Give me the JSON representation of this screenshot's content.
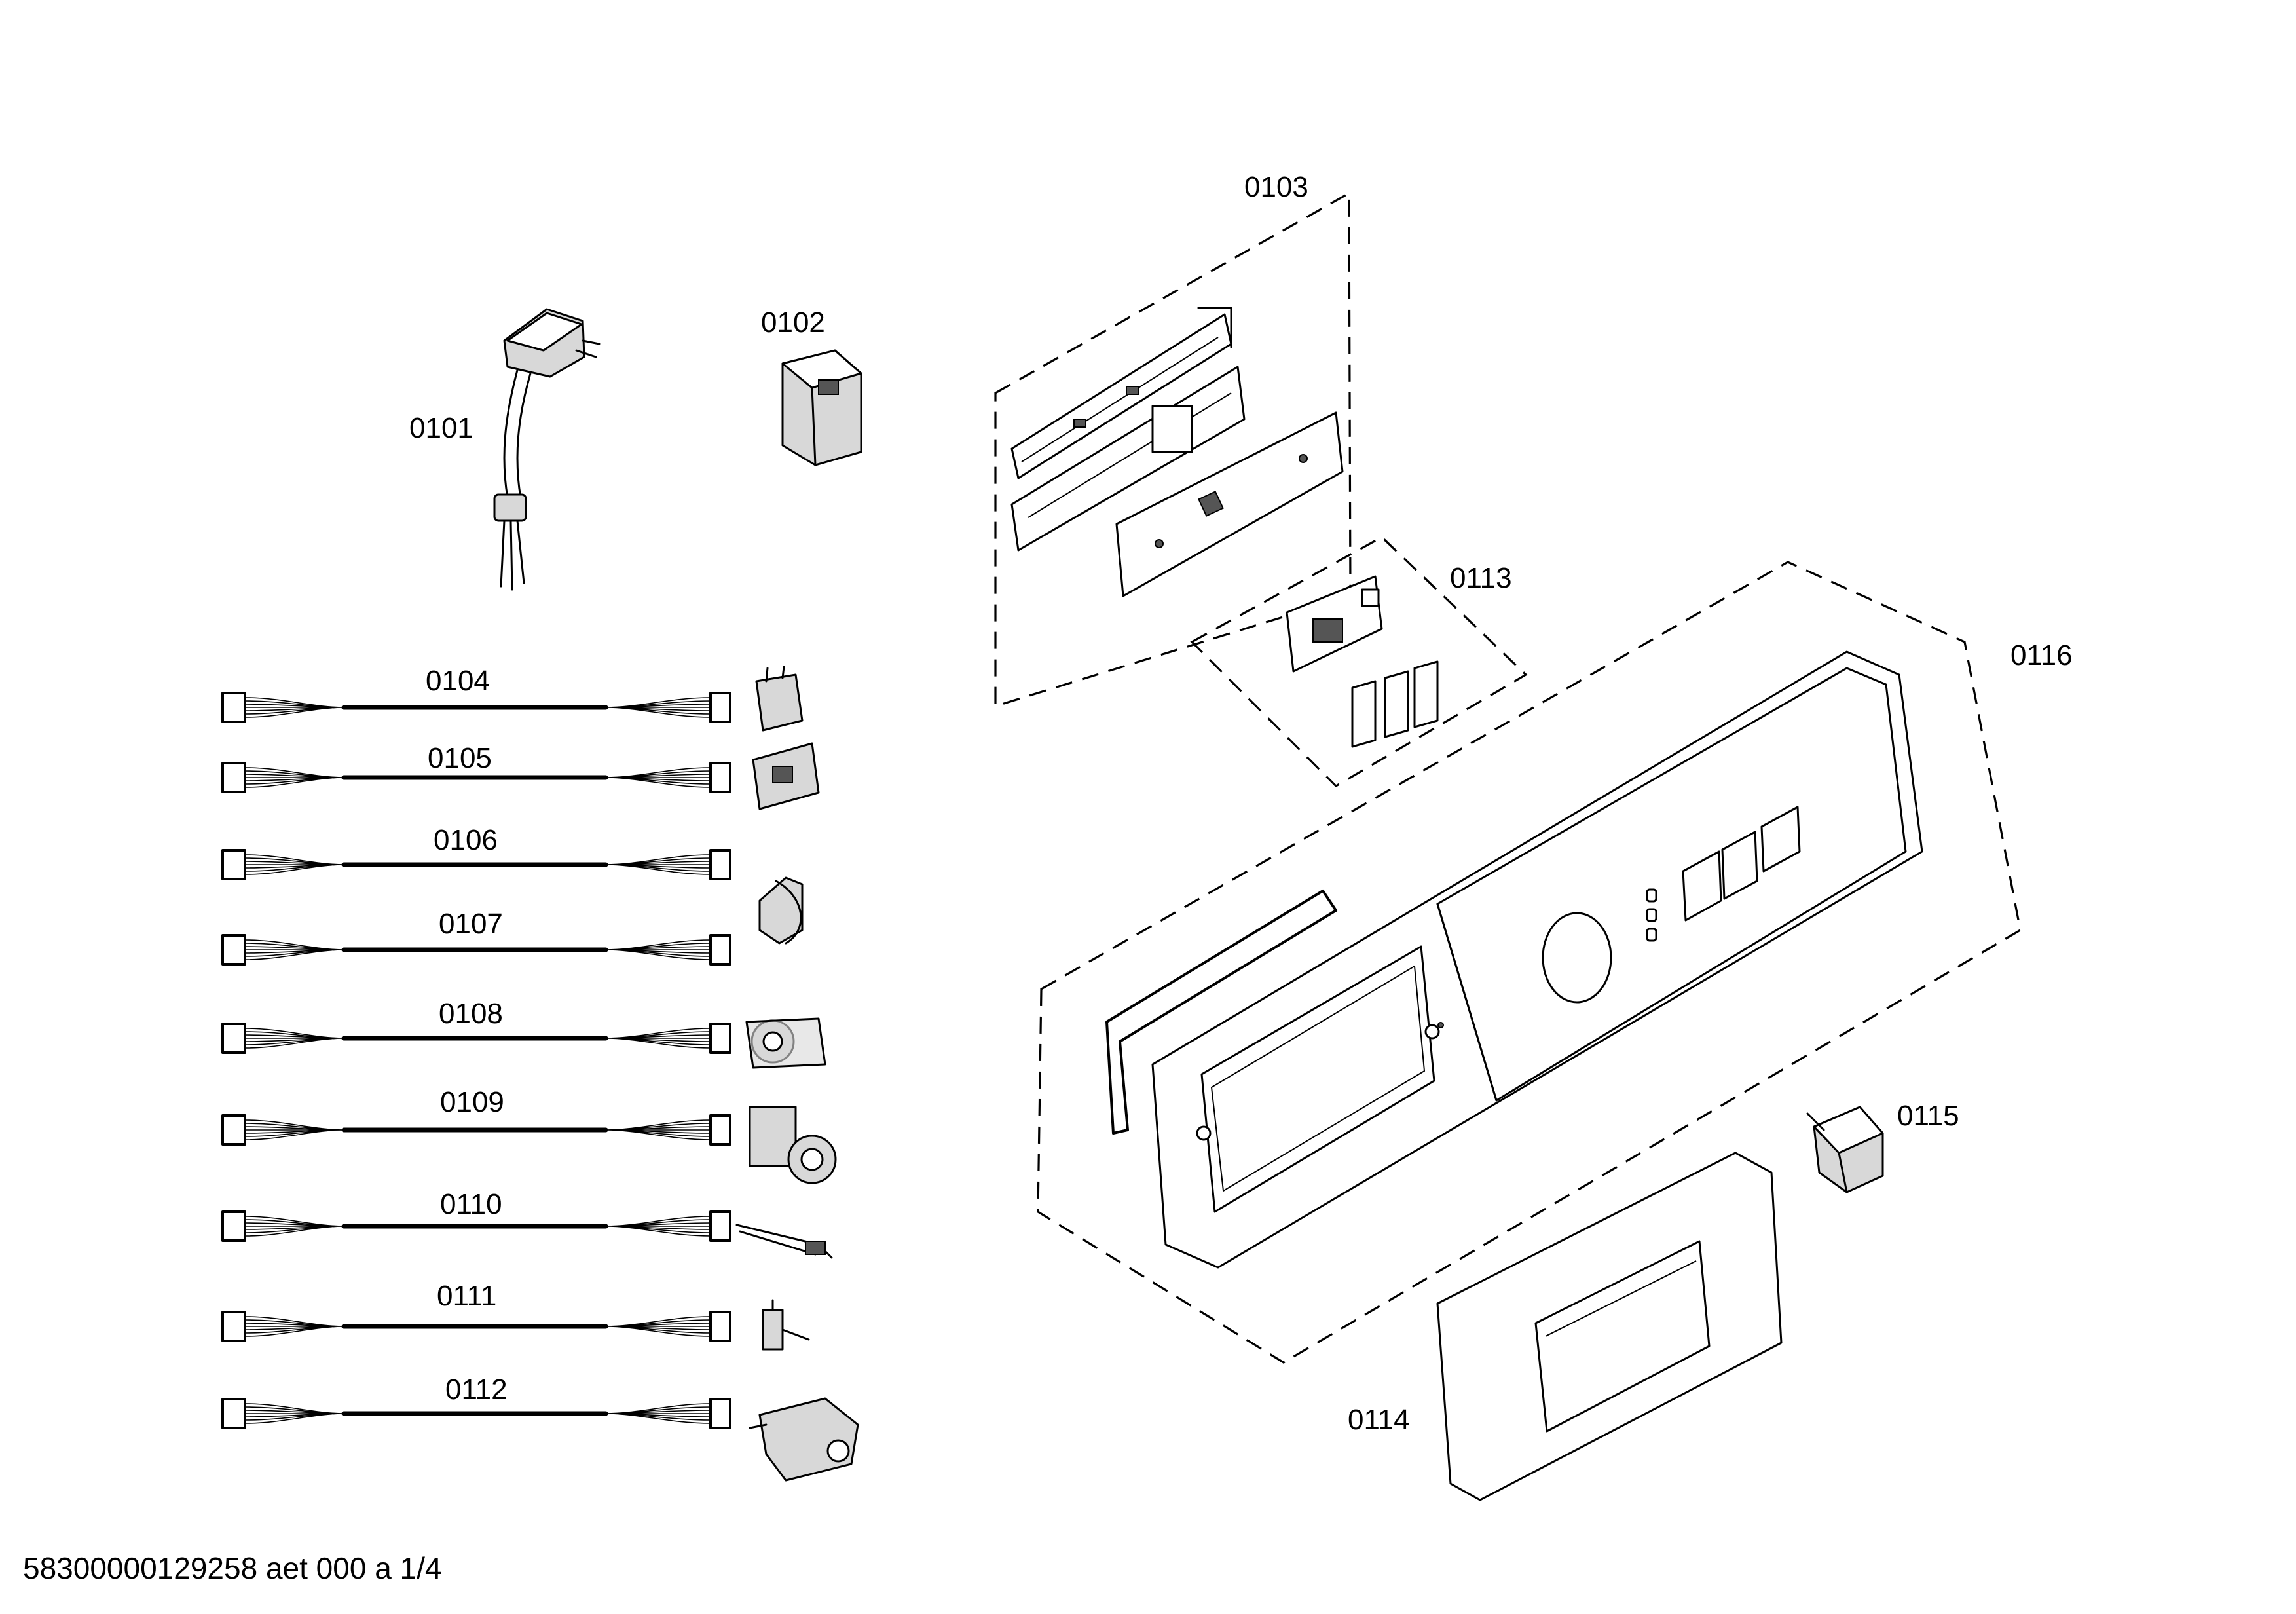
{
  "parts": [
    {
      "id": "0101"
    },
    {
      "id": "0102"
    },
    {
      "id": "0103"
    },
    {
      "id": "0104"
    },
    {
      "id": "0105"
    },
    {
      "id": "0106"
    },
    {
      "id": "0107"
    },
    {
      "id": "0108"
    },
    {
      "id": "0109"
    },
    {
      "id": "0110"
    },
    {
      "id": "0111"
    },
    {
      "id": "0112"
    },
    {
      "id": "0113"
    },
    {
      "id": "0114"
    },
    {
      "id": "0115"
    },
    {
      "id": "0116"
    }
  ],
  "footer": {
    "text": "58300000129258 aet 000 a 1/4"
  }
}
